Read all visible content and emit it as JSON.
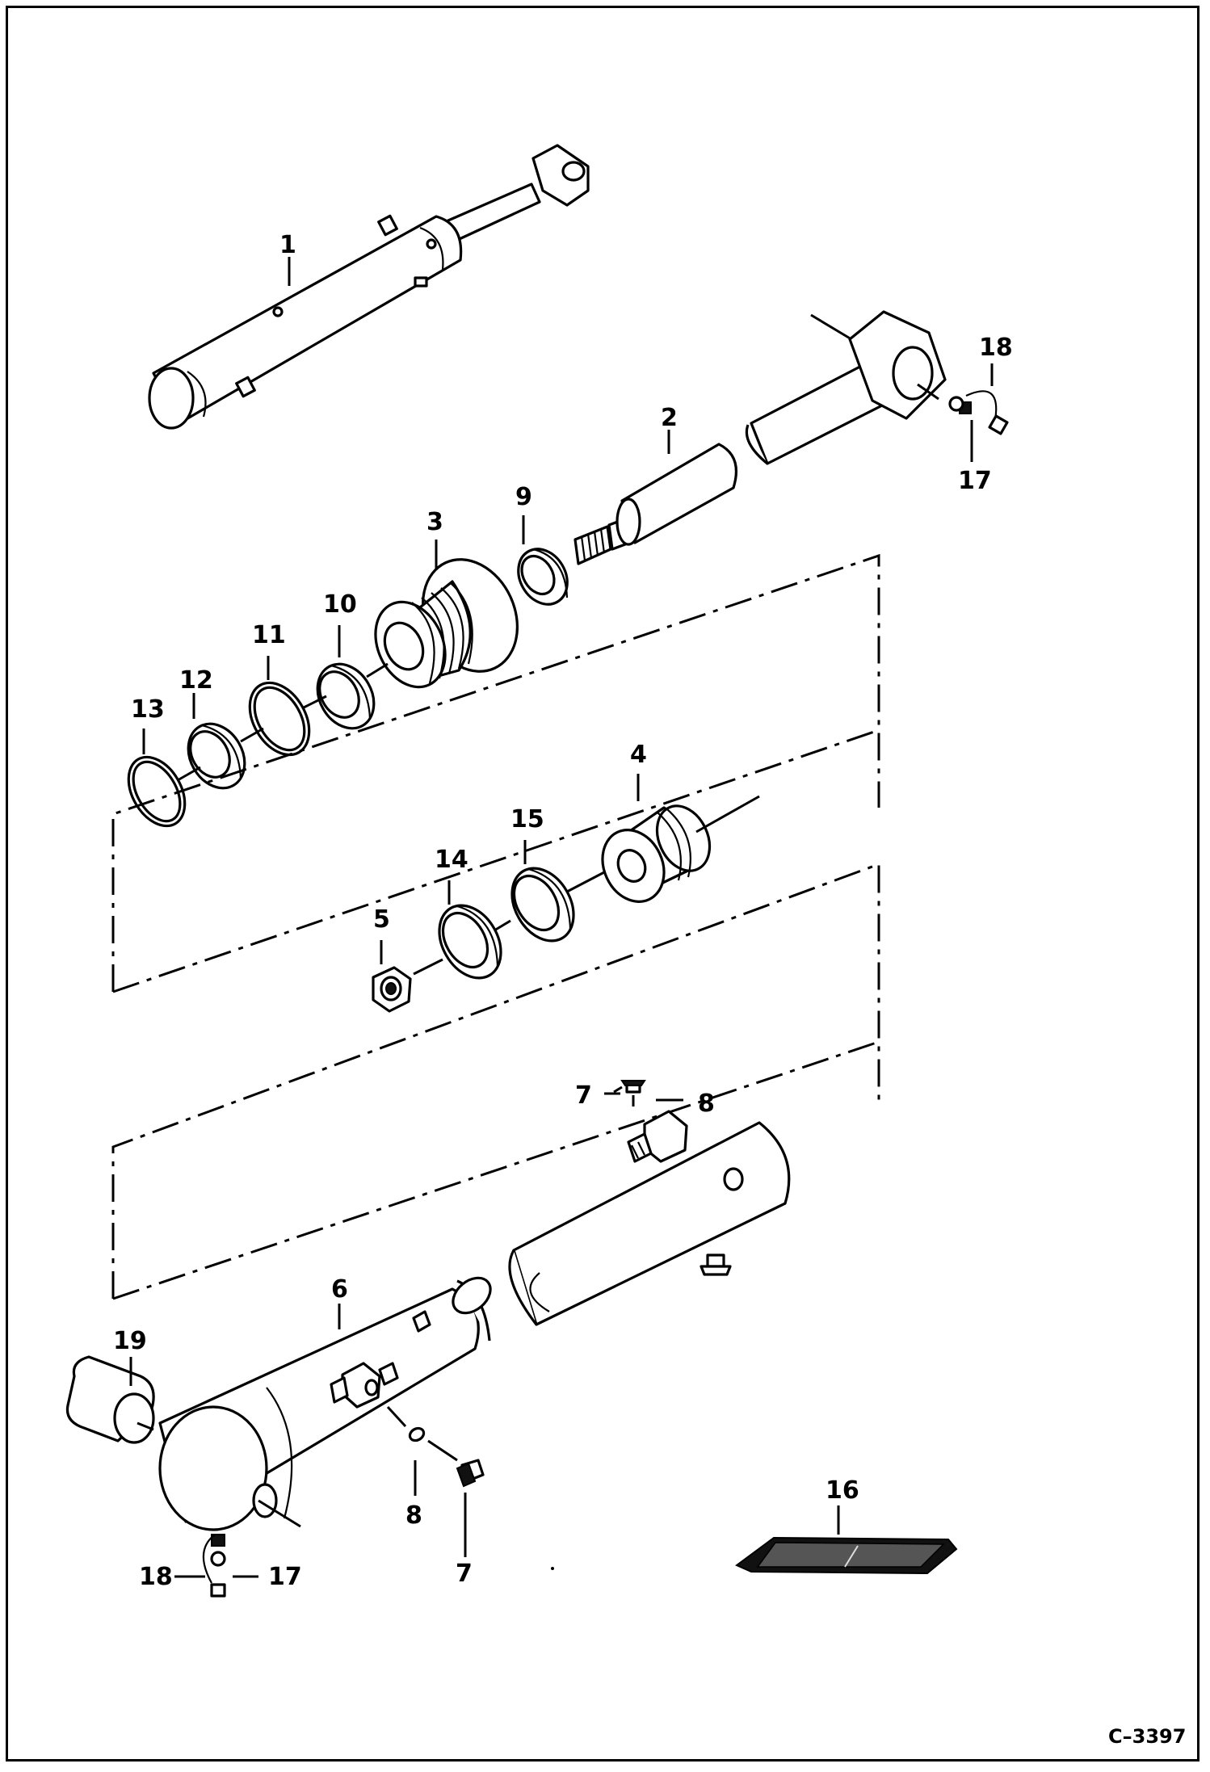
{
  "diagram": {
    "reference_code": "C–3397",
    "callouts": [
      {
        "id": "1",
        "label": "1"
      },
      {
        "id": "2",
        "label": "2"
      },
      {
        "id": "3",
        "label": "3"
      },
      {
        "id": "4",
        "label": "4"
      },
      {
        "id": "5",
        "label": "5"
      },
      {
        "id": "6",
        "label": "6"
      },
      {
        "id": "7a",
        "label": "7"
      },
      {
        "id": "7b",
        "label": "7"
      },
      {
        "id": "8a",
        "label": "8"
      },
      {
        "id": "8b",
        "label": "8"
      },
      {
        "id": "9",
        "label": "9"
      },
      {
        "id": "10",
        "label": "10"
      },
      {
        "id": "11",
        "label": "11"
      },
      {
        "id": "12",
        "label": "12"
      },
      {
        "id": "13",
        "label": "13"
      },
      {
        "id": "14",
        "label": "14"
      },
      {
        "id": "15",
        "label": "15"
      },
      {
        "id": "16",
        "label": "16"
      },
      {
        "id": "17a",
        "label": "17"
      },
      {
        "id": "17b",
        "label": "17"
      },
      {
        "id": "18a",
        "label": "18"
      },
      {
        "id": "18b",
        "label": "18"
      },
      {
        "id": "19",
        "label": "19"
      }
    ]
  }
}
